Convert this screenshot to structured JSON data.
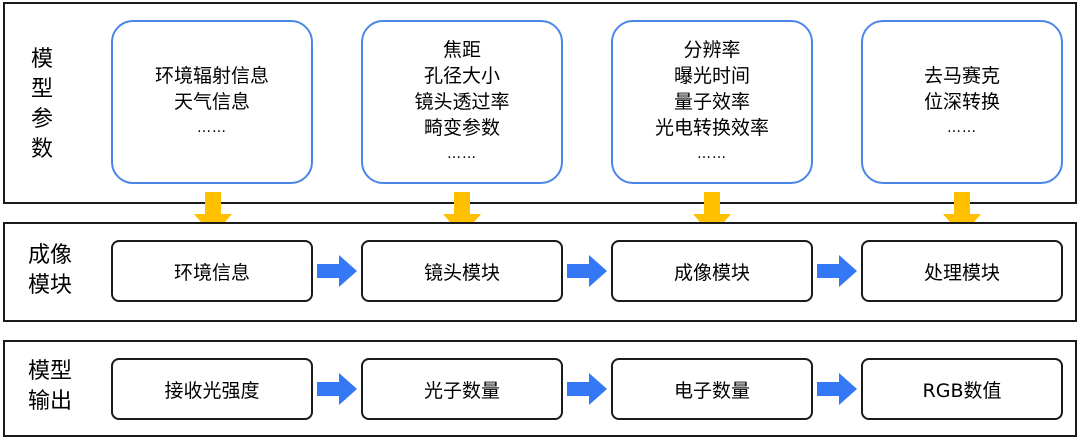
{
  "rows": {
    "params": {
      "label_chars": [
        "模",
        "型",
        "参",
        "数"
      ]
    },
    "imaging": {
      "label_lines": [
        "成像",
        "模块"
      ]
    },
    "output": {
      "label_lines": [
        "模型",
        "输出"
      ]
    }
  },
  "param_boxes": [
    {
      "lines": [
        "环境辐射信息",
        "天气信息",
        "……"
      ]
    },
    {
      "lines": [
        "焦距",
        "孔径大小",
        "镜头透过率",
        "畸变参数",
        "……"
      ]
    },
    {
      "lines": [
        "分辨率",
        "曝光时间",
        "量子效率",
        "光电转换效率",
        "……"
      ]
    },
    {
      "lines": [
        "去马赛克",
        "位深转换",
        "……"
      ]
    }
  ],
  "modules": [
    "环境信息",
    "镜头模块",
    "成像模块",
    "处理模块"
  ],
  "outputs": [
    "接收光强度",
    "光子数量",
    "电子数量",
    "RGB数值"
  ],
  "colors": {
    "param_border": "#4a86e8",
    "down_arrow": "#ffc000",
    "right_arrow": "#3478f6",
    "border": "#1a1a1a"
  }
}
